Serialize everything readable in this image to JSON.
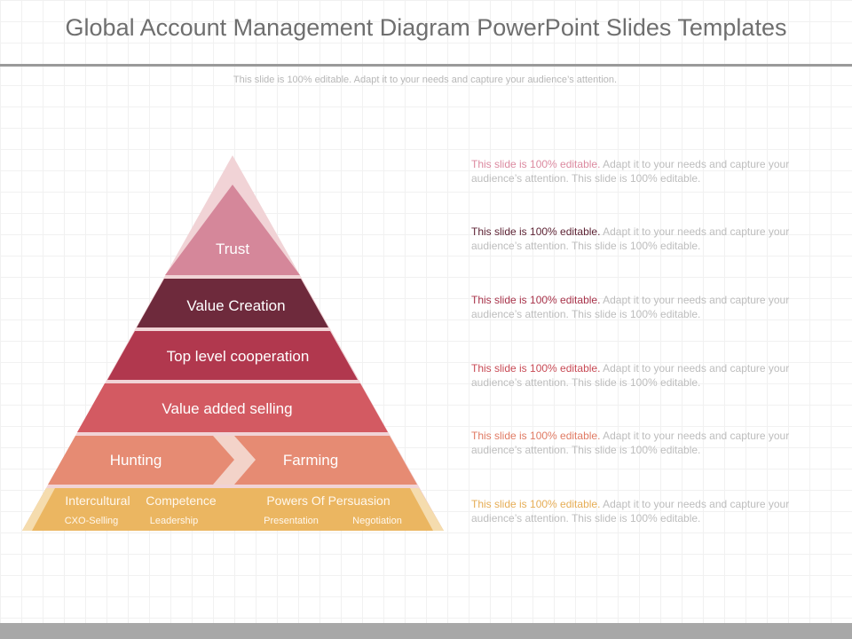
{
  "header": {
    "title": "Global Account Management Diagram PowerPoint Slides Templates",
    "subtitle": "This slide is 100% editable. Adapt it to your needs and capture your audience’s attention."
  },
  "pyramid": {
    "levels": [
      {
        "label": "Trust",
        "color": "#d5879a"
      },
      {
        "label": "Value Creation",
        "color": "#6e2a3c"
      },
      {
        "label": "Top level cooperation",
        "color": "#b1384e"
      },
      {
        "label": "Value added selling",
        "color": "#d35a62"
      },
      {
        "left_label": "Hunting",
        "right_label": "Farming",
        "color": "#e68b73"
      },
      {
        "left_label": "Intercultural",
        "mid_label": "Competence",
        "right_label": "Powers Of Persuasion",
        "items": [
          "CXO-Selling",
          "Leadership",
          "Presentation",
          "Negotiation"
        ],
        "color": "#ebb661"
      }
    ]
  },
  "descriptions": [
    {
      "highlight": "This slide is 100% editable.",
      "rest": " Adapt it to your needs and capture your audience’s attention. This slide is 100% editable.",
      "color": "#dc8aa0"
    },
    {
      "highlight": "This slide is 100% editable.",
      "rest": " Adapt it to your needs and capture your audience’s attention. This slide is 100% editable.",
      "color": "#5d2334"
    },
    {
      "highlight": "This slide is 100% editable.",
      "rest": " Adapt it to your needs and capture your audience’s attention. This slide is 100% editable.",
      "color": "#a8334a"
    },
    {
      "highlight": "This slide is 100% editable.",
      "rest": " Adapt it to your needs and capture your audience’s attention. This slide is 100% editable.",
      "color": "#c84a55"
    },
    {
      "highlight": "This slide is 100% editable.",
      "rest": " Adapt it to your needs and capture your audience’s attention. This slide is 100% editable.",
      "color": "#e07a63"
    },
    {
      "highlight": "This slide is 100% editable.",
      "rest": " Adapt it to your needs and capture your audience’s attention. This slide is 100% editable.",
      "color": "#e6ad55"
    }
  ]
}
